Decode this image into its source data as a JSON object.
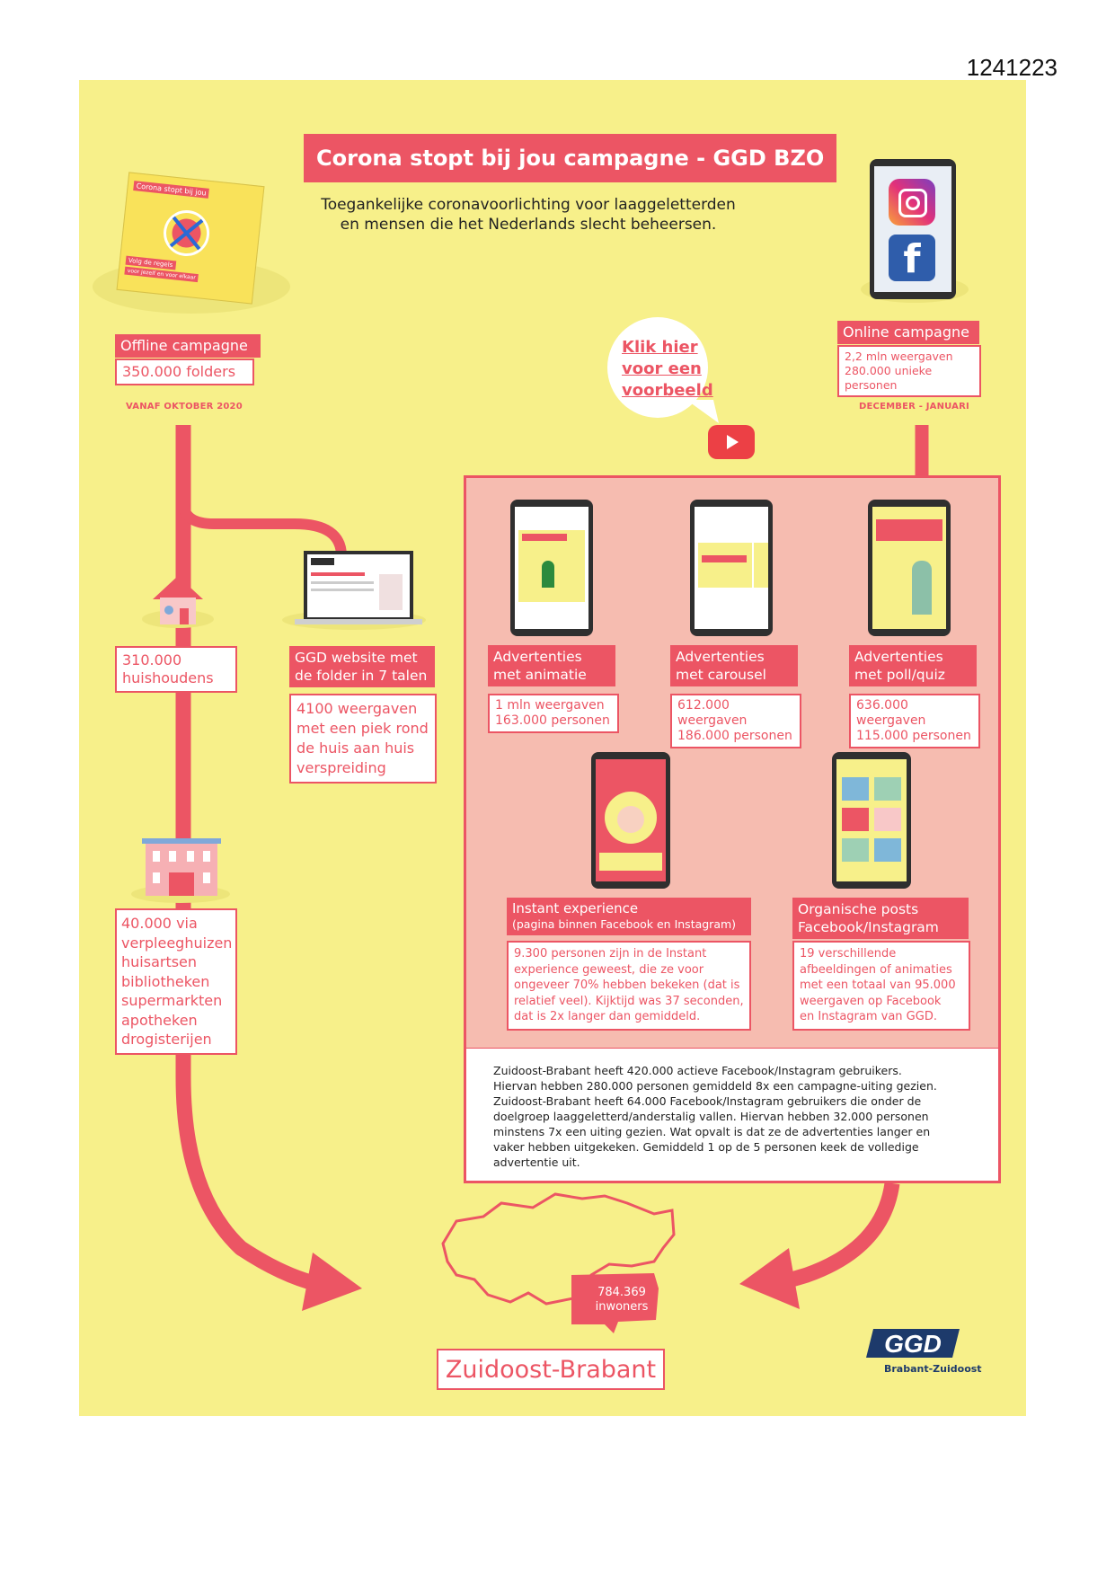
{
  "doc_number": "1241223",
  "header": {
    "title": "Corona stopt bij jou campagne - GGD BZO",
    "subtitle_line1": "Toegankelijke coronavoorlichting voor laaggeletterden",
    "subtitle_line2": "en mensen die het Nederlands slecht beheersen."
  },
  "offline": {
    "label": "Offline campagne",
    "value": "350.000 folders",
    "date": "VANAF OKTOBER 2020"
  },
  "online": {
    "label": "Online campagne",
    "line1": "2,2 mln weergaven",
    "line2": "280.000 unieke personen",
    "date": "DECEMBER - JANUARI"
  },
  "example_link": {
    "line1": "Klik hier",
    "line2": "voor een",
    "line3": "voorbeeld"
  },
  "households": {
    "line1": "310.000",
    "line2": "huishoudens"
  },
  "website": {
    "label_line1": "GGD website met",
    "label_line2": "de folder in 7 talen",
    "line1": "4100 weergaven",
    "line2": "met een piek rond",
    "line3": "de huis aan huis",
    "line4": "verspreiding"
  },
  "locations": {
    "lines": [
      "40.000 via",
      "verpleeghuizen",
      "huisartsen",
      "bibliotheken",
      "supermarkten",
      "apotheken",
      "drogisterijen"
    ]
  },
  "ads": [
    {
      "label_line1": "Advertenties",
      "label_line2": "met animatie",
      "line1": "1 mln weergaven",
      "line2": "163.000 personen"
    },
    {
      "label_line1": "Advertenties",
      "label_line2": "met carousel",
      "line1": "612.000 weergaven",
      "line2": "186.000 personen"
    },
    {
      "label_line1": "Advertenties",
      "label_line2": "met poll/quiz",
      "line1": "636.000 weergaven",
      "line2": "115.000 personen"
    }
  ],
  "instant": {
    "label_line1": "Instant experience",
    "label_line2": "(pagina binnen Facebook en Instagram)",
    "lines": [
      "9.300 personen zijn in de Instant",
      "experience geweest, die ze voor",
      "ongeveer 70% hebben bekeken (dat is",
      "relatief veel). Kijktijd was 37 seconden,",
      "dat is 2x langer dan gemiddeld."
    ]
  },
  "organic": {
    "label_line1": "Organische posts",
    "label_line2": "Facebook/Instagram",
    "lines": [
      "19 verschillende",
      "afbeeldingen of animaties",
      "met een totaal van 95.000",
      "weergaven op Facebook",
      "en Instagram van GGD."
    ]
  },
  "summary": {
    "lines": [
      "Zuidoost-Brabant heeft 420.000 actieve Facebook/Instagram gebruikers.",
      "Hiervan hebben 280.000 personen gemiddeld 8x een campagne-uiting gezien.",
      "Zuidoost-Brabant heeft 64.000 Facebook/Instagram gebruikers die onder de",
      "doelgroep laaggeletterd/anderstalig vallen. Hiervan hebben 32.000 personen",
      "minstens 7x een uiting gezien. Wat opvalt is dat ze de advertenties langer en",
      "vaker hebben uitgekeken. Gemiddeld 1 op de 5 personen keek de volledige",
      "advertentie uit."
    ]
  },
  "region": {
    "inhabitants_line1": "784.369",
    "inhabitants_line2": "inwoners",
    "name": "Zuidoost-Brabant"
  },
  "logo": {
    "mark": "GGD",
    "sub": "Brabant-Zuidoost"
  },
  "folder_texts": {
    "top": "Corona stopt bij jou",
    "bottom1": "Volg de regels",
    "bottom2": "voor jezelf en voor elkaar"
  },
  "colors": {
    "background": "#f7f08a",
    "accent": "#ec5564",
    "panel": "#f6bcb0"
  }
}
